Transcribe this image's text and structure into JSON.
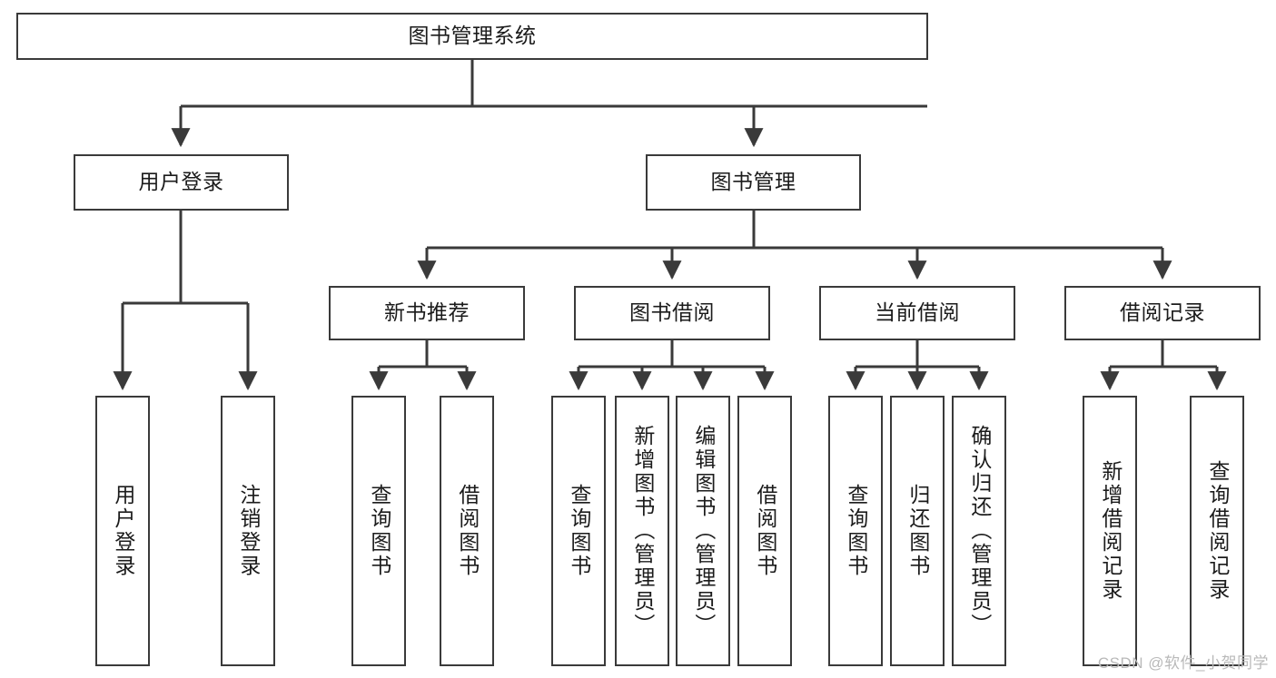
{
  "diagram": {
    "title": "图书管理系统",
    "type": "tree-hierarchy-diagram",
    "root": {
      "id": "root",
      "label": "图书管理系统"
    },
    "level2": [
      {
        "id": "user-login",
        "label": "用户登录"
      },
      {
        "id": "book-management",
        "label": "图书管理"
      }
    ],
    "level3": [
      {
        "id": "new-book-recommend",
        "label": "新书推荐"
      },
      {
        "id": "book-borrow",
        "label": "图书借阅"
      },
      {
        "id": "current-borrow",
        "label": "当前借阅"
      },
      {
        "id": "borrow-record",
        "label": "借阅记录"
      }
    ],
    "leaves": [
      {
        "id": "leaf-user-login",
        "label": "用户登录",
        "parent": "user-login"
      },
      {
        "id": "leaf-logout",
        "label": "注销登录",
        "parent": "user-login"
      },
      {
        "id": "leaf-query-book-1",
        "label": "查询图书",
        "parent": "new-book-recommend"
      },
      {
        "id": "leaf-borrow-book-1",
        "label": "借阅图书",
        "parent": "new-book-recommend"
      },
      {
        "id": "leaf-query-book-2",
        "label": "查询图书",
        "parent": "book-borrow"
      },
      {
        "id": "leaf-add-book",
        "label": "新增图书（管理员）",
        "parent": "book-borrow"
      },
      {
        "id": "leaf-edit-book",
        "label": "编辑图书（管理员）",
        "parent": "book-borrow"
      },
      {
        "id": "leaf-borrow-book-2",
        "label": "借阅图书",
        "parent": "book-borrow"
      },
      {
        "id": "leaf-query-book-3",
        "label": "查询图书",
        "parent": "current-borrow"
      },
      {
        "id": "leaf-return-book",
        "label": "归还图书",
        "parent": "current-borrow"
      },
      {
        "id": "leaf-confirm-return",
        "label": "确认归还（管理员）",
        "parent": "current-borrow"
      },
      {
        "id": "leaf-add-record",
        "label": "新增借阅记录",
        "parent": "borrow-record"
      },
      {
        "id": "leaf-query-record",
        "label": "查询借阅记录",
        "parent": "borrow-record"
      }
    ],
    "watermark": "CSDN @软件_小贺同学",
    "colors": {
      "stroke": "#3a3a3a",
      "text": "#1b1b1b",
      "background": "#ffffff",
      "watermark": "#b9b9b9"
    }
  }
}
